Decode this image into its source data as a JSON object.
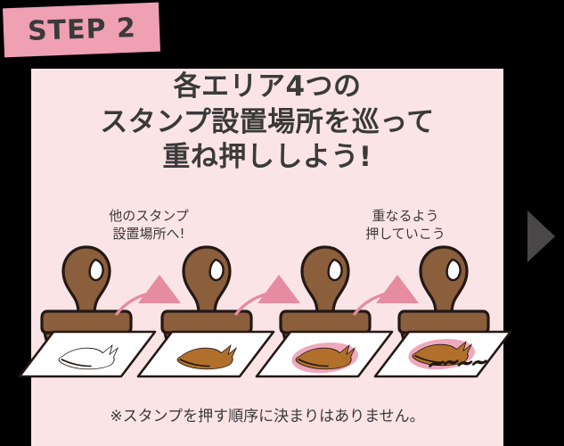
{
  "step_badge": {
    "label": "STEP 2"
  },
  "headline": {
    "line1": "各エリア4つの",
    "line2": "スタンプ設置場所を巡って",
    "line3": "重ね押ししよう!"
  },
  "annotations": {
    "left": {
      "line1": "他のスタンプ",
      "line2": "設置場所へ!"
    },
    "right": {
      "line1": "重なるよう",
      "line2": "押していこう"
    }
  },
  "footer": {
    "note": "※スタンプを押す順序に決まりはありません。"
  },
  "illustration": {
    "stamp_count": 4,
    "arrow_count": 3,
    "card_count": 4,
    "cards": [
      {
        "state": "outline-only",
        "has_halo": false,
        "has_text": false
      },
      {
        "state": "filled",
        "has_halo": false,
        "has_text": false
      },
      {
        "state": "filled-halo",
        "has_halo": true,
        "has_text": false
      },
      {
        "state": "filled-halo-text",
        "has_halo": true,
        "has_text": true
      }
    ]
  },
  "colors": {
    "panel_bg": "#FBE4E6",
    "ribbon_pink": "#EFA0B3",
    "text_dark": "#3A3A3A",
    "stamp_brown": "#8B5E3C",
    "stamp_outline": "#231815",
    "arrow_pink": "#E58CA0",
    "halo_pink": "#EFA8BC",
    "card_white": "#FFFFFF",
    "next_arrow": "#4A4748",
    "outer_bg": "#000000"
  },
  "next_control": {
    "icon": "triangle-right-icon"
  }
}
